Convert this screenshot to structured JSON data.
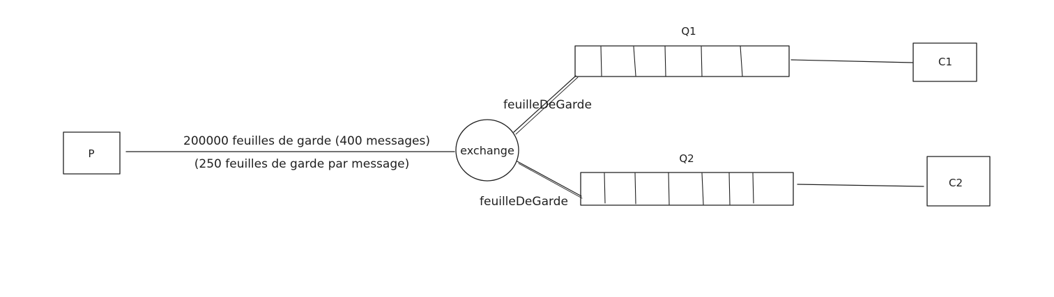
{
  "nodes": {
    "producer": "P",
    "exchange": "exchange",
    "queue1": "Q1",
    "queue2": "Q2",
    "consumer1": "C1",
    "consumer2": "C2"
  },
  "edges": {
    "producer_to_exchange_line1": "200000 feuilles de garde (400 messages)",
    "producer_to_exchange_line2": "(250 feuilles de garde par message)",
    "exchange_to_q1": "feuilleDeGarde",
    "exchange_to_q2": "feuilleDeGarde"
  },
  "colors": {
    "stroke": "#1e1e1e",
    "background": "#ffffff"
  }
}
